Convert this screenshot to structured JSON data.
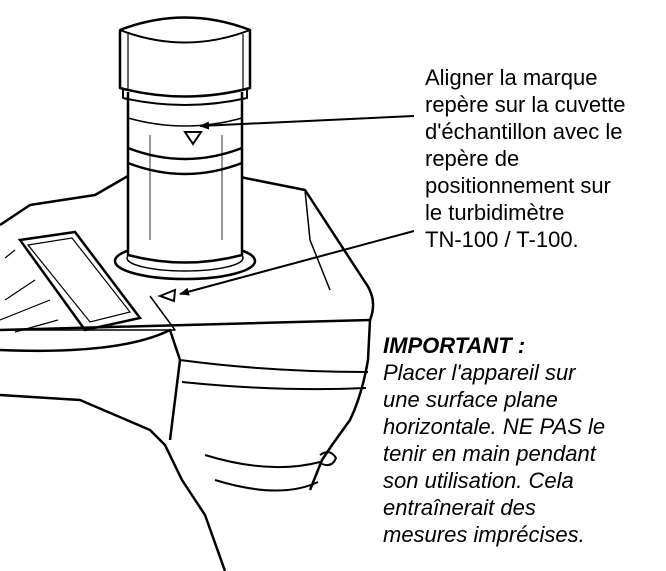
{
  "align_note": {
    "lines": [
      "Aligner la marque",
      "repère sur la cuvette",
      "d'échantillon avec le",
      "repère de",
      "positionnement sur",
      "le turbidimètre",
      "TN-100 / T-100."
    ]
  },
  "important_note": {
    "title": "IMPORTANT :",
    "lines": [
      "Placer l'appareil sur",
      "une surface plane",
      "horizontale. NE PAS le",
      "tenir en main pendant",
      "son utilisation. Cela",
      "entraînerait des",
      "mesures imprécises."
    ]
  },
  "colors": {
    "ink": "#000000",
    "paper": "#ffffff"
  }
}
